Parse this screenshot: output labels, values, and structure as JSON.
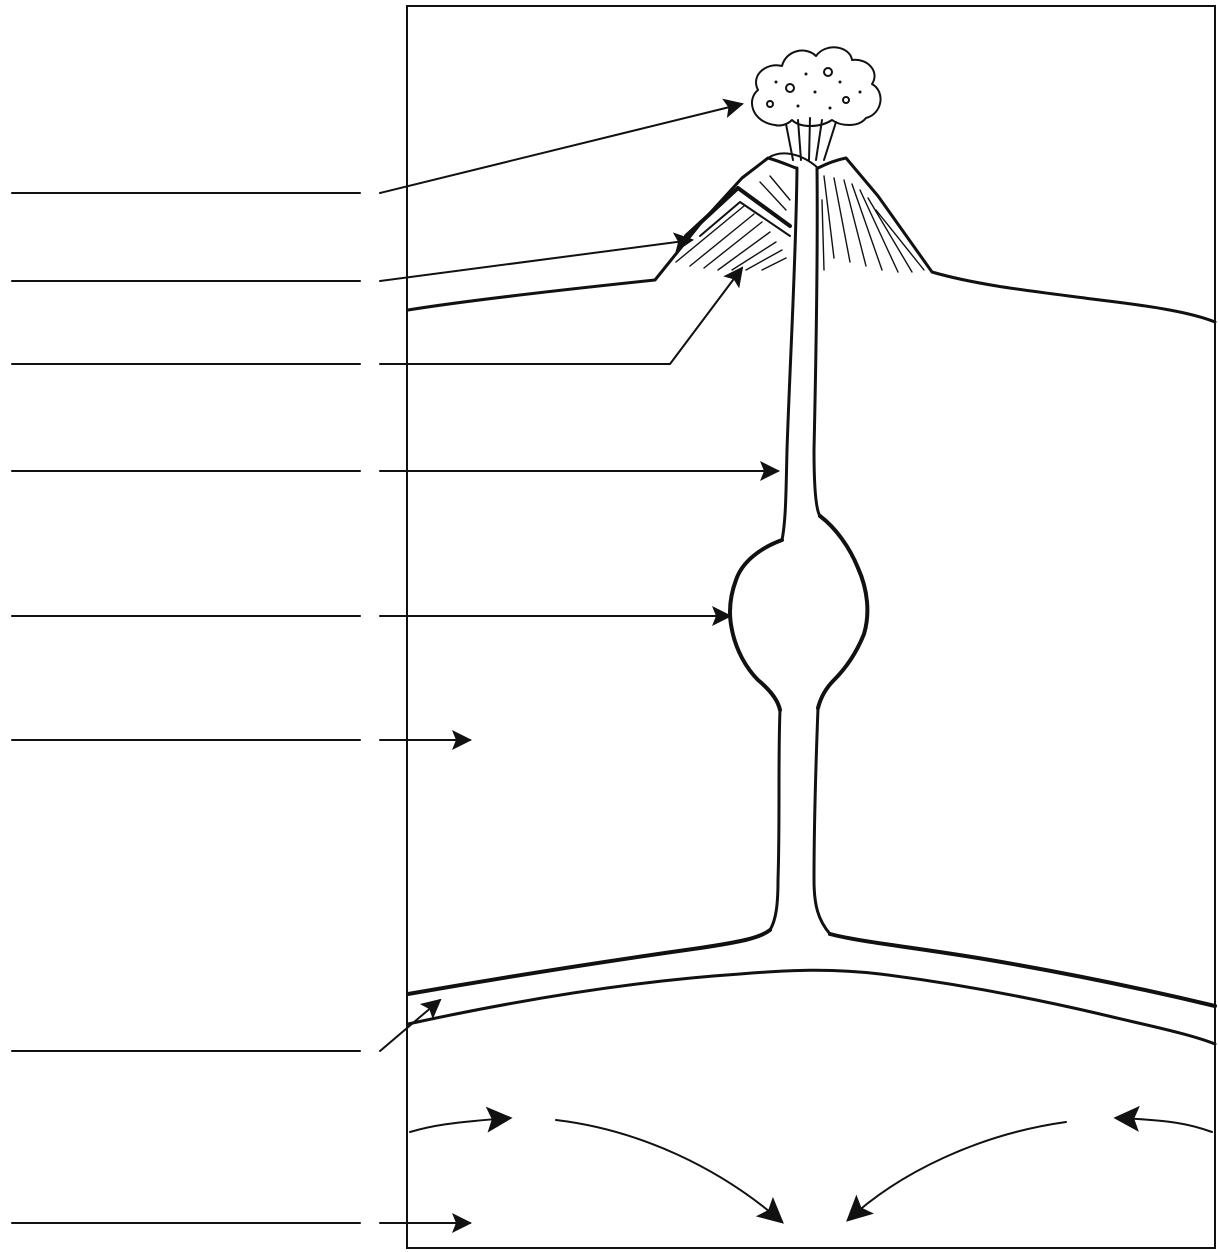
{
  "diagram": {
    "type": "volcano cross-section labeling worksheet",
    "label_blanks": [
      {
        "id": "blank-1",
        "answer": ""
      },
      {
        "id": "blank-2",
        "answer": ""
      },
      {
        "id": "blank-3",
        "answer": ""
      },
      {
        "id": "blank-4",
        "answer": ""
      },
      {
        "id": "blank-5",
        "answer": ""
      },
      {
        "id": "blank-6",
        "answer": ""
      },
      {
        "id": "blank-7",
        "answer": ""
      },
      {
        "id": "blank-8",
        "answer": ""
      }
    ],
    "colors": {
      "ink": "#111111",
      "background": "#ffffff"
    }
  }
}
